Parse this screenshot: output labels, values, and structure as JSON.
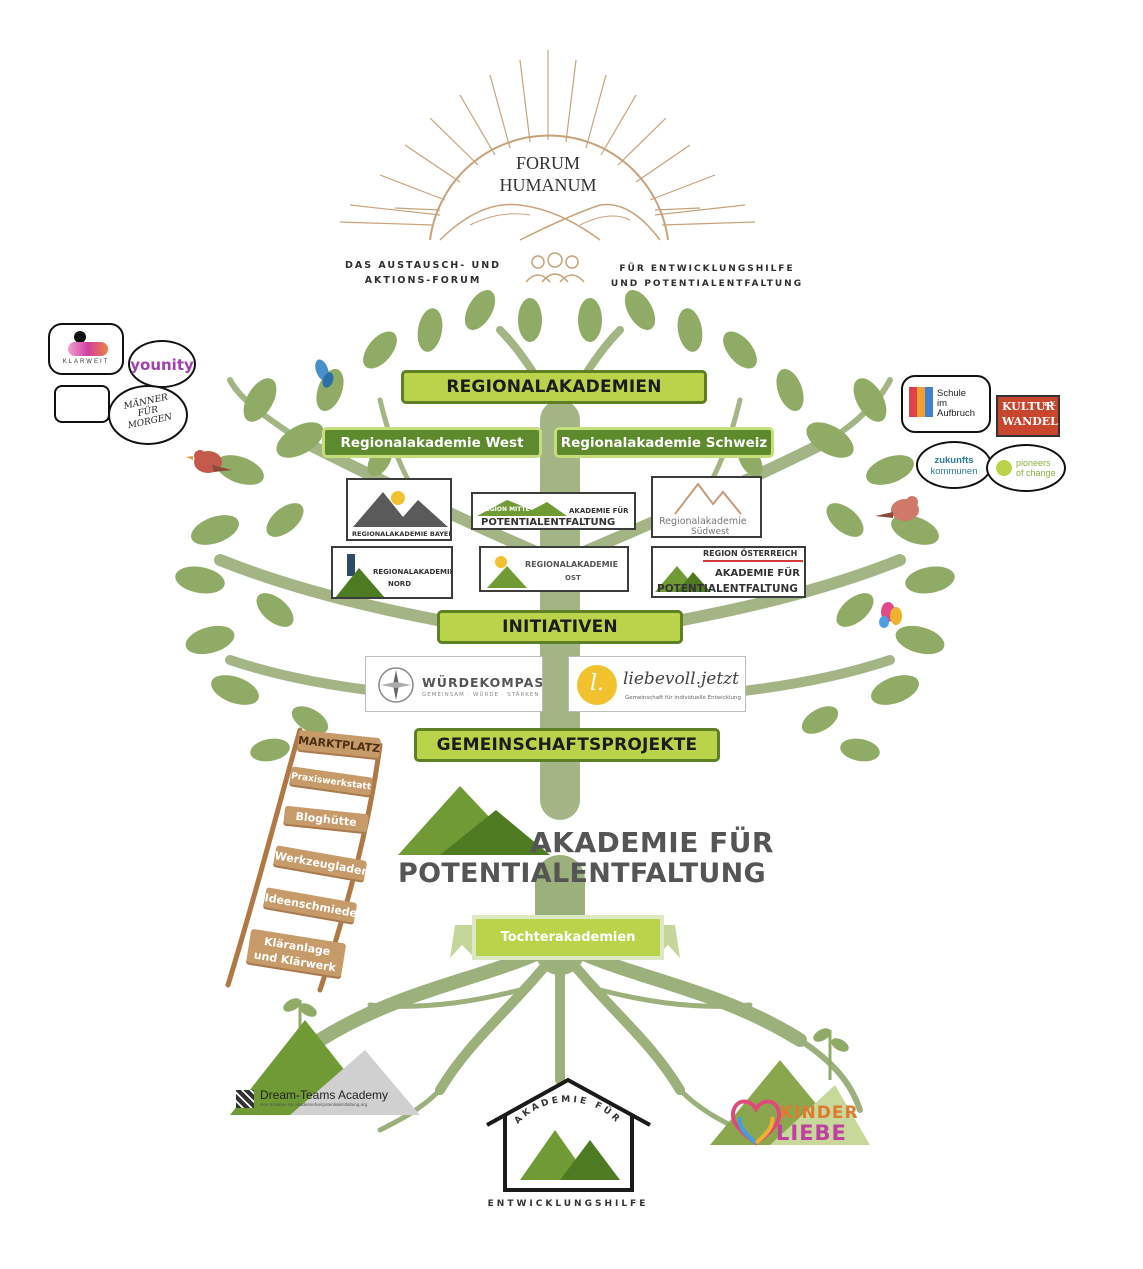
{
  "header": {
    "forum_line1": "FORUM",
    "forum_line2": "HUMANUM",
    "left_sub_1": "DAS AUSTAUSCH- UND",
    "left_sub_2": "AKTIONS-FORUM",
    "right_sub_1": "FÜR ENTWICKLUNGSHILFE",
    "right_sub_2": "UND POTENTIALENTFALTUNG"
  },
  "sections": {
    "regionalakademien": "REGIONALAKADEMIEN",
    "initiativen": "INITIATIVEN",
    "gemeinschaftsprojekte": "GEMEINSCHAFTSPROJEKTE",
    "tochterakademien": "Tochterakademien"
  },
  "regional_buttons": {
    "west": "Regionalakademie West",
    "schweiz": "Regionalakademie Schweiz"
  },
  "regional_logos": {
    "bayern": "REGIONALAKADEMIE BAYERN",
    "mitte_top": "REGION MITTE",
    "mitte_akademie": "AKADEMIE FÜR",
    "mitte_potential": "POTENTIALENTFALTUNG",
    "suedwest_1": "Regionalakademie",
    "suedwest_2": "Südwest",
    "nord_1": "REGIONALAKADEMIE",
    "nord_2": "NORD",
    "ost": "REGIONALAKADEMIE",
    "ost_2": "OST",
    "oesterreich_top": "REGION ÖSTERREICH",
    "oesterreich_akademie": "AKADEMIE FÜR",
    "oesterreich_potential": "POTENTIALENTFALTUNG"
  },
  "initiative_logos": {
    "wuerde_title": "WÜRDEKOMPASS",
    "wuerde_sub": "GEMEINSAM · WÜRDE · STÄRKEN",
    "liebevoll_title": "liebevoll.jetzt",
    "liebevoll_sub": "Gemeinschaft für individuelle Entwicklung",
    "liebevoll_initial": "l."
  },
  "main_logo": {
    "line1": "AKADEMIE FÜR",
    "line2": "POTENTIALENTFALTUNG"
  },
  "ladder": [
    "MARKTPLATZ",
    "Praxiswerkstatt",
    "Bloghütte",
    "Werkzeugladen",
    "Ideenschmiede",
    "Kläranlage",
    "und Klärwerk"
  ],
  "left_bubbles": {
    "klarweit": "KLARWEIT",
    "younity": "younity",
    "maenner_1": "MÄNNER",
    "maenner_2": "FÜR",
    "maenner_3": "MORGEN"
  },
  "right_bubbles": {
    "schule_1": "Schule",
    "schule_2": "im",
    "schule_3": "Aufbruch",
    "kultur_1": "KULTUR",
    "kultur_2": "WANDEL",
    "kultur_3": "e.V.",
    "zukunft_1": "zukunfts",
    "zukunft_2": "kommunen",
    "pioneers_1": "pioneers",
    "pioneers_2": "of change"
  },
  "bottom": {
    "dreamteams": "Dream-Teams Academy",
    "dreamteams_sub": "eine Initiative der akademiefuerpotentialentfaltung.org",
    "house_arc": "AKADEMIE FÜR",
    "house_bottom": "ENTWICKLUNGSHILFE",
    "kinder": "KINDER",
    "liebe": "LIEBE"
  },
  "colors": {
    "leaf": "#8fab66",
    "trunk": "#9bb07a",
    "mountain_dark": "#4e7a22",
    "mountain_mid": "#6f9a34",
    "lime": "#b9d44a",
    "sun": "#c9a27a"
  }
}
